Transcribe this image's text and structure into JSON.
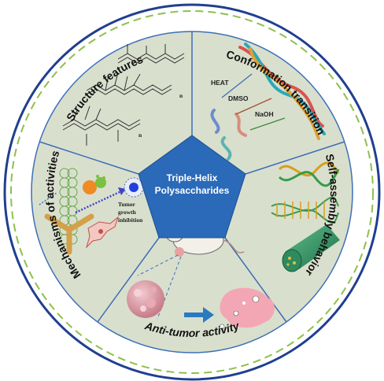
{
  "center": {
    "line1": "Triple-Helix",
    "line2": "Polysaccharides"
  },
  "sections": {
    "structure": "Structure features",
    "conformation": "Conformation transition",
    "self_assembly": "Self-assembly behavior",
    "anti_tumor": "Anti-tumor activity",
    "mechanisms": "Mechanisms of activities"
  },
  "conformation_labels": {
    "heat": "HEAT",
    "dmso": "DMSO",
    "naoh": "NaOH"
  },
  "mechanism_labels": {
    "line1": "Tumor",
    "line2": "growth",
    "line3": "inhibition"
  },
  "structure_labels": {
    "n1": "n",
    "n2": "n"
  },
  "colors": {
    "outer_ring": "#1f3f8f",
    "dashed_ring": "#8fc04a",
    "sector_fill": "#d9dfcd",
    "pentagon": "#2a6ab8",
    "divider": "#3d6fb6"
  }
}
